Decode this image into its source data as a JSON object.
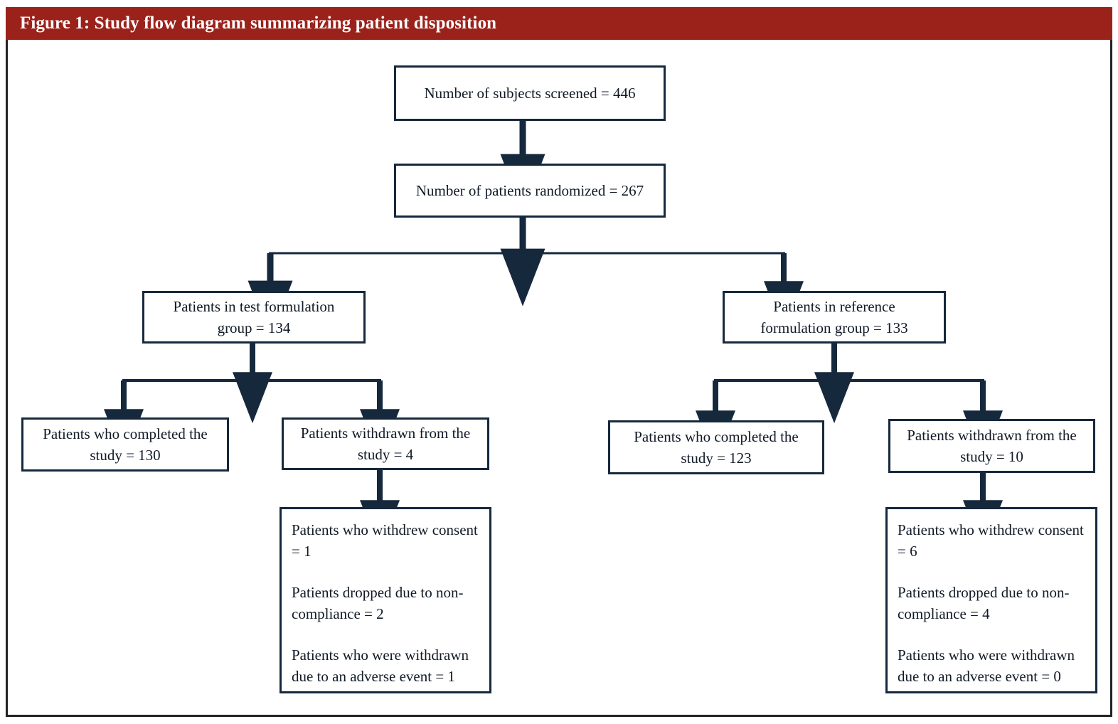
{
  "figure": {
    "header_title": "Figure 1: Study flow diagram summarizing patient disposition",
    "header_color": "#9b221b",
    "box_border_color": "#16283c",
    "frame_color": "#232323",
    "arrow_color": "#16283c"
  },
  "nodes": {
    "screened": {
      "label": "Number of subjects screened = 446",
      "count": 446
    },
    "randomized": {
      "label": "Number of patients randomized = 267",
      "count": 267
    },
    "test_group": {
      "line1": "Patients in test formulation",
      "line2": "group = 134",
      "count": 134
    },
    "reference_group": {
      "line1": "Patients in reference",
      "line2": "formulation group = 133",
      "count": 133
    },
    "test_completed": {
      "line1": "Patients who completed the",
      "line2": "study = 130",
      "count": 130
    },
    "test_withdrawn": {
      "line1": "Patients withdrawn from the",
      "line2": "study = 4",
      "count": 4
    },
    "reference_completed": {
      "line1": "Patients who completed the",
      "line2": "study = 123",
      "count": 123
    },
    "reference_withdrawn": {
      "line1": "Patients withdrawn from the",
      "line2": "study = 10",
      "count": 10
    },
    "test_withdrawal_reasons": {
      "reason1": "Patients who withdrew consent = 1",
      "reason2": "Patients dropped due to non-compliance = 2",
      "reason3": "Patients who were withdrawn due to an adverse event = 1",
      "values": [
        1,
        2,
        1
      ]
    },
    "reference_withdrawal_reasons": {
      "reason1": "Patients who withdrew consent = 6",
      "reason2": "Patients dropped due to non-compliance = 4",
      "reason3": "Patients who were withdrawn due to an adverse event = 0",
      "values": [
        6,
        4,
        0
      ]
    }
  }
}
